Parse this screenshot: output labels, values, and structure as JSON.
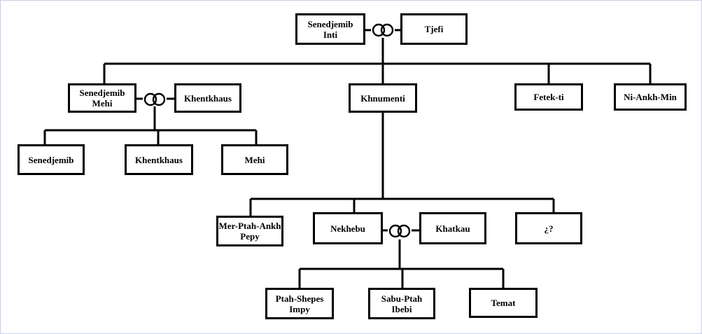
{
  "tree": {
    "generation1": {
      "senedjemib_inti": "Senedjemib\nInti",
      "tjefi": "Tjefi"
    },
    "generation2": {
      "senedjemib_mehi": "Senedjemib\nMehi",
      "khentkhaus_wife": "Khentkhaus",
      "khnumenti": "Khnumenti",
      "fetek_ti": "Fetek-ti",
      "ni_ankh_min": "Ni-Ankh-Min"
    },
    "generation3_mehi_children": {
      "senedjemib": "Senedjemib",
      "khentkhaus": "Khentkhaus",
      "mehi": "Mehi"
    },
    "generation3_khnumenti_children": {
      "mer_ptah_ankh_pepy": "Mer-Ptah-Ankh\nPepy",
      "nekhebu": "Nekhebu",
      "khatkau": "Khatkau",
      "unknown": "¿?"
    },
    "generation4_nekhebu_children": {
      "ptah_shepes_impy": "Ptah-Shepes\nImpy",
      "sabu_ptah_ibebi": "Sabu-Ptah\nIbebi",
      "temat": "Temat"
    }
  },
  "icons": {
    "marriage": "marriage-rings-icon"
  },
  "colors": {
    "line": "#000000",
    "frame": "#c9cfe0"
  }
}
